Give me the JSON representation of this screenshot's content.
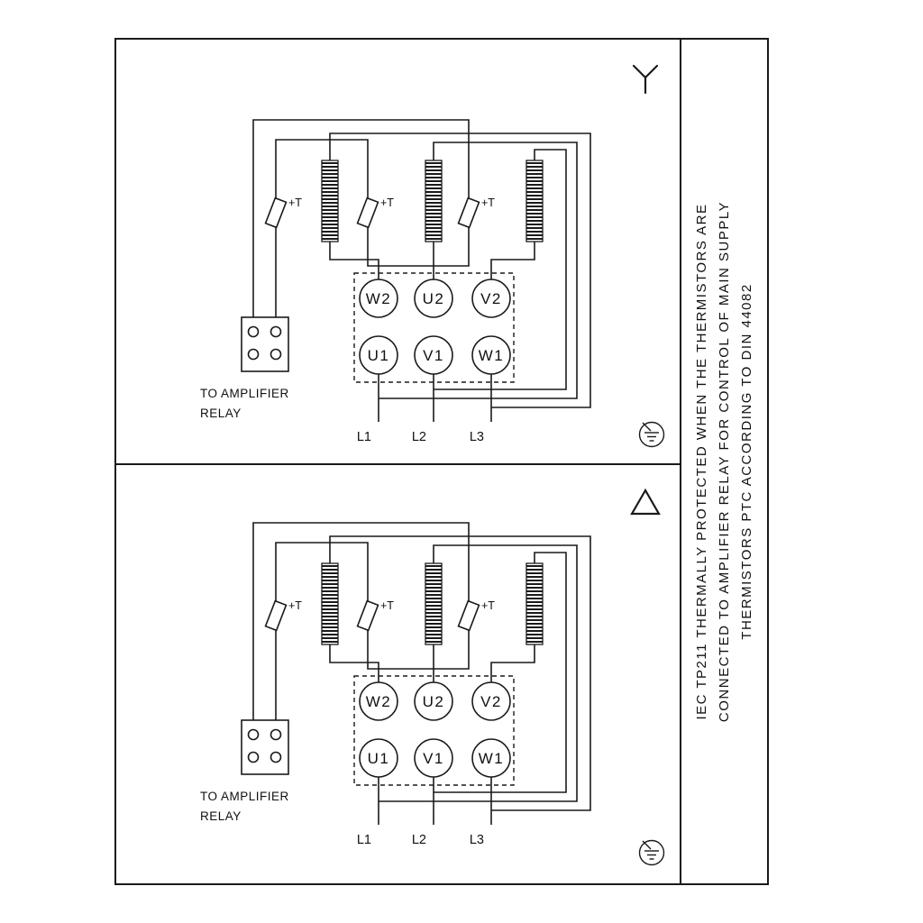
{
  "page": {
    "background": "#ffffff",
    "line_color": "#1a1a1a"
  },
  "side_note": {
    "lines": [
      "IEC TP211 THERMALLY PROTECTED WHEN THE THERMISTORS ARE",
      "CONNECTED TO AMPLIFIER RELAY FOR CONTROL OF MAIN SUPPLY",
      "THERMISTORS PTC ACCORDING TO DIN 44082"
    ]
  },
  "panels": [
    {
      "name": "star-connection",
      "connection_symbol": "wye-icon",
      "ground_symbol": "earth-ground-icon",
      "thermistor_labels": [
        "+T",
        "+T",
        "+T"
      ],
      "terminals_top": [
        "W2",
        "U2",
        "V2"
      ],
      "terminals_bottom": [
        "U1",
        "V1",
        "W1"
      ],
      "supply_lines": [
        "L1",
        "L2",
        "L3"
      ],
      "relay_label_line1": "TO AMPLIFIER",
      "relay_label_line2": "RELAY"
    },
    {
      "name": "delta-connection",
      "connection_symbol": "delta-icon",
      "ground_symbol": "earth-ground-icon",
      "thermistor_labels": [
        "+T",
        "+T",
        "+T"
      ],
      "terminals_top": [
        "W2",
        "U2",
        "V2"
      ],
      "terminals_bottom": [
        "U1",
        "V1",
        "W1"
      ],
      "supply_lines": [
        "L1",
        "L2",
        "L3"
      ],
      "relay_label_line1": "TO AMPLIFIER",
      "relay_label_line2": "RELAY"
    }
  ]
}
